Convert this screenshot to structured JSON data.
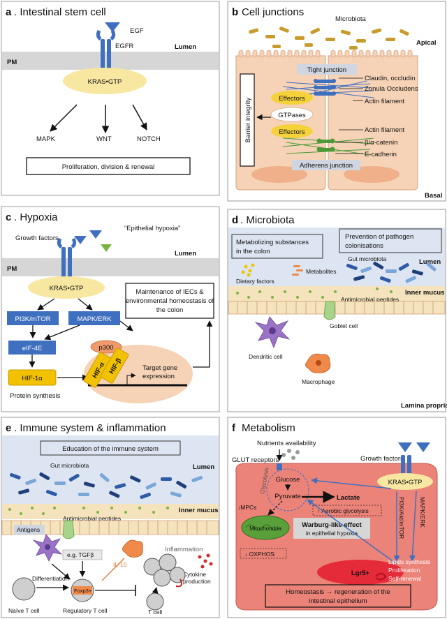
{
  "panel_a": {
    "letter": "a",
    "title": ". Intestinal stem cell",
    "egf": "EGF",
    "egfr": "EGFR",
    "lumen": "Lumen",
    "pm": "PM",
    "kras": "KRAS•GTP",
    "mapk": "MAPK",
    "wnt": "WNT",
    "notch": "NOTCH",
    "result": "Proliferation, division & renewal"
  },
  "panel_b": {
    "letter": "b",
    "title": "Cell junctions",
    "microbiota": "Microbiota",
    "apical": "Apical",
    "basal": "Basal",
    "tight_junction": "Tight junction",
    "claudin": "Claudin, occludin",
    "zonula": "Zonula Occludens",
    "actin1": "Actin filament",
    "effectors1": "Effectors",
    "gtpases": "GTPases",
    "effectors2": "Effectors",
    "actin2": "Actin filament",
    "catenin": "β/α-catenin",
    "cadherin": "E-cadherin",
    "adherens": "Adherens junction",
    "barrier": "Barrier integrity"
  },
  "panel_c": {
    "letter": "c",
    "title": ". Hypoxia",
    "quote": "“Epithelial hypoxia”",
    "growth": "Growth factors",
    "lumen": "Lumen",
    "pm": "PM",
    "kras": "KRAS•GTP",
    "pi3k": "PI3K/mTOR",
    "mapk": "MAPK/ERK",
    "eif": "eIF-4E",
    "hif": "HIF-1α",
    "protein": "Protein synthesis",
    "p300": "p300",
    "hif_a": "HIF-α",
    "hif_b": "HIF-β",
    "target": "Target gene expression",
    "target_l1": "Target gene",
    "target_l2": "expression",
    "maint": "Maintenance of IECs & environmental homeostasis of the colon",
    "maint_l1": "Maintenance of IECs &",
    "maint_l2": "environmental homeostasis of",
    "maint_l3": "the colon"
  },
  "panel_d": {
    "letter": "d",
    "title": ". Microbiota",
    "metabolizing": "Metabolizing substances in the colon",
    "metab_l1": "Metabolizing substances",
    "metab_l2": "in the colon",
    "prevention": "Prevention of pathogen colonisations",
    "prev_l1": "Prevention of pathogen",
    "prev_l2": "colonisations",
    "gut": "Gut microbiota",
    "lumen": "Lumen",
    "dietary": "Dietary factors",
    "metabolites": "Metabolites",
    "antimicrobial": "Antimicrobial peptides",
    "inner_mucus": "Inner mucus",
    "goblet": "Goblet cell",
    "dendritic": "Dendritic cell",
    "macrophage": "Macrophage",
    "lamina": "Lamina propria"
  },
  "panel_e": {
    "letter": "e",
    "title": ". Immune system & inflammation",
    "education": "Education of the immune system",
    "gut": "Gut microbiota",
    "lumen": "Lumen",
    "inner_mucus": "Inner mucus",
    "antimicrobial": "Antimicrobial peptides",
    "antigens": "Antigens",
    "tgf": "e.g. TGFβ",
    "il10": "IL-10",
    "inflammation": "Inflammation",
    "cytokine_l1": "Cytokine",
    "cytokine_l2": "production",
    "differentiation": "Differentiation",
    "foxp3": "Foxp3+",
    "naive": "Naïve T cell",
    "treg": "Regulatory T cell",
    "tcell": "T cell"
  },
  "panel_f": {
    "letter": "f",
    "title": "Metabolism",
    "nutrients": "Nutrients availability",
    "glut": "GLUT receptors",
    "growth": "Growth factors",
    "glucose": "Glucose",
    "glycolysis": "Glycolysis",
    "pyruvate": "Pyruvate",
    "lactate": "Lactate",
    "mpcs": "↓MPCs",
    "aerobic": "↑ Aerobic glycolysis",
    "mitochondria": "Mitochondria",
    "warburg_l1": "Warburg-like effect",
    "warburg_l2": "in epithelial hypoxia",
    "oxphos": "↓ OXPHOS",
    "kras": "KRAS•GTP",
    "pi3k": "PI3K/Akt/mTOR",
    "mapk": "MAPK/ERK",
    "lipids": "Lipids synthesis",
    "proliferation": "Proliferation",
    "self_renewal": "Self-renewal",
    "lgr5": "Lgr5+",
    "homeo_l1": "Homeostasis → regeneration of the",
    "homeo_l2": "intestinal epithelium"
  },
  "colors": {
    "blue": "#3f6fbf",
    "membrane": "#d6d6d6",
    "cell": "#f6d3b6",
    "nucleus": "#efb08a",
    "lumen_bg": "#dde5f2",
    "mucus": "#f4e3bc",
    "kras_oval": "#f7e7a1",
    "red_cell": "#ec8379",
    "yellow": "#f2c200",
    "green": "#7bb342"
  }
}
